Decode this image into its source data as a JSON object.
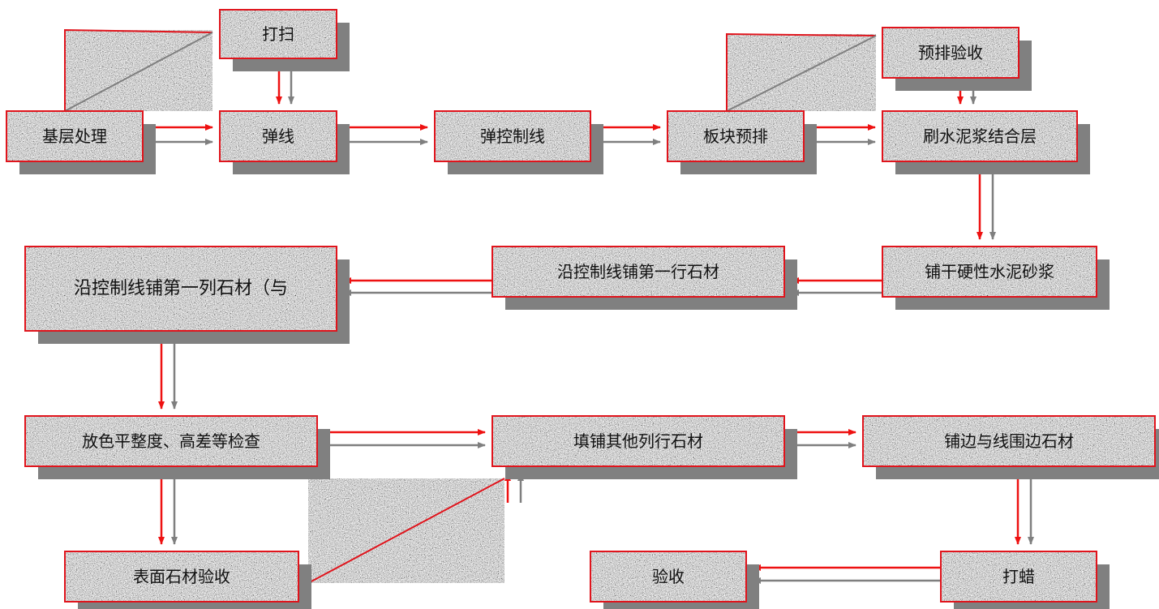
{
  "colors": {
    "border": "#e0141c",
    "arrow_main": "#ee1111",
    "arrow_shadow": "#7f7f7f",
    "box_shadow": "#808080",
    "text": "#111111"
  },
  "nodes": [
    {
      "id": "n1",
      "label": "基层处理"
    },
    {
      "id": "n2",
      "label": "打扫"
    },
    {
      "id": "n3",
      "label": "弹线"
    },
    {
      "id": "n4",
      "label": "弹控制线"
    },
    {
      "id": "n5",
      "label": "板块预排"
    },
    {
      "id": "n6",
      "label": "预排验收"
    },
    {
      "id": "n7",
      "label": "刷水泥浆结合层"
    },
    {
      "id": "n8",
      "label": "铺干硬性水泥砂浆"
    },
    {
      "id": "n9",
      "label": "沿控制线铺第一行石材"
    },
    {
      "id": "n10",
      "label": "沿控制线铺第一列石材（与"
    },
    {
      "id": "n11",
      "label": "放色平整度、高差等检查"
    },
    {
      "id": "n12",
      "label": "填铺其他列行石材"
    },
    {
      "id": "n13",
      "label": "铺边与线围边石材"
    },
    {
      "id": "n14",
      "label": "表面石材验收"
    },
    {
      "id": "n15",
      "label": "打蜡"
    },
    {
      "id": "n16",
      "label": "验收"
    }
  ]
}
